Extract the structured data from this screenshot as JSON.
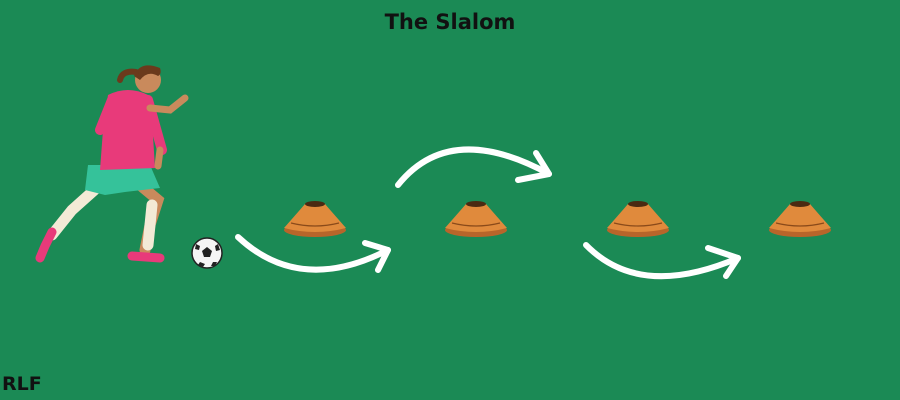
{
  "title": "The Slalom",
  "credit": "RLF",
  "colors": {
    "field": "#1b8a55",
    "cone": "#e08a3c",
    "cone_shade": "#b8652a",
    "arrow": "#ffffff",
    "jersey": "#e83a7a",
    "shorts": "#35c29a",
    "skin": "#c98a5c",
    "hair": "#6b3a1c",
    "socks": "#f3ead6"
  },
  "diagram": {
    "cone_count": 4,
    "arrows": [
      {
        "direction": "under",
        "between": [
          "ball",
          "cone-1"
        ]
      },
      {
        "direction": "over",
        "between": [
          "cone-1",
          "cone-2"
        ]
      },
      {
        "direction": "under",
        "between": [
          "cone-2",
          "cone-3"
        ]
      }
    ],
    "icons": [
      "player-illustration",
      "soccer-ball-icon",
      "cone-icon",
      "curved-arrow-icon"
    ]
  }
}
